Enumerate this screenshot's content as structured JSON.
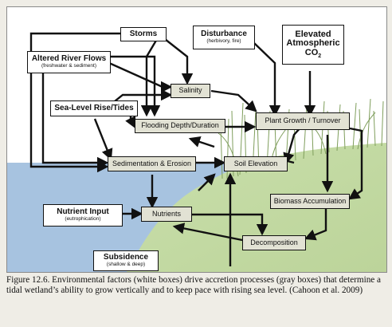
{
  "diagram": {
    "factors": {
      "storms": {
        "title": "Storms"
      },
      "disturbance": {
        "title": "Disturbance",
        "sub": "(herbivory, fire)"
      },
      "co2": {
        "title1": "Elevated",
        "title2": "Atmospheric",
        "title3": "CO",
        "sub": "2"
      },
      "river": {
        "title": "Altered River Flows",
        "sub": "(freshwater & sediment)"
      },
      "sealevel": {
        "title": "Sea-Level Rise/Tides"
      },
      "nutrient_input": {
        "title": "Nutrient Input",
        "sub": "(eutrophication)"
      },
      "subsidence": {
        "title": "Subsidence",
        "sub": "(shallow & deep)"
      }
    },
    "processes": {
      "salinity": "Salinity",
      "flooding": "Flooding Depth/Duration",
      "plant_growth": "Plant Growth / Turnover",
      "sedimentation": "Sedimentation & Erosion",
      "soil_elevation": "Soil Elevation",
      "biomass": "Biomass Accumulation",
      "nutrients": "Nutrients",
      "decomposition": "Decomposition"
    },
    "colors": {
      "water": "#a7c3e0",
      "marsh": "#c5dba6",
      "process_box": "#e2e2d4"
    }
  },
  "caption": "Figure 12.6. Environmental factors (white boxes) drive accretion processes (gray boxes) that determine a tidal wetland’s ability to grow vertically and to keep pace with rising sea level. (Cahoon et al. 2009)"
}
